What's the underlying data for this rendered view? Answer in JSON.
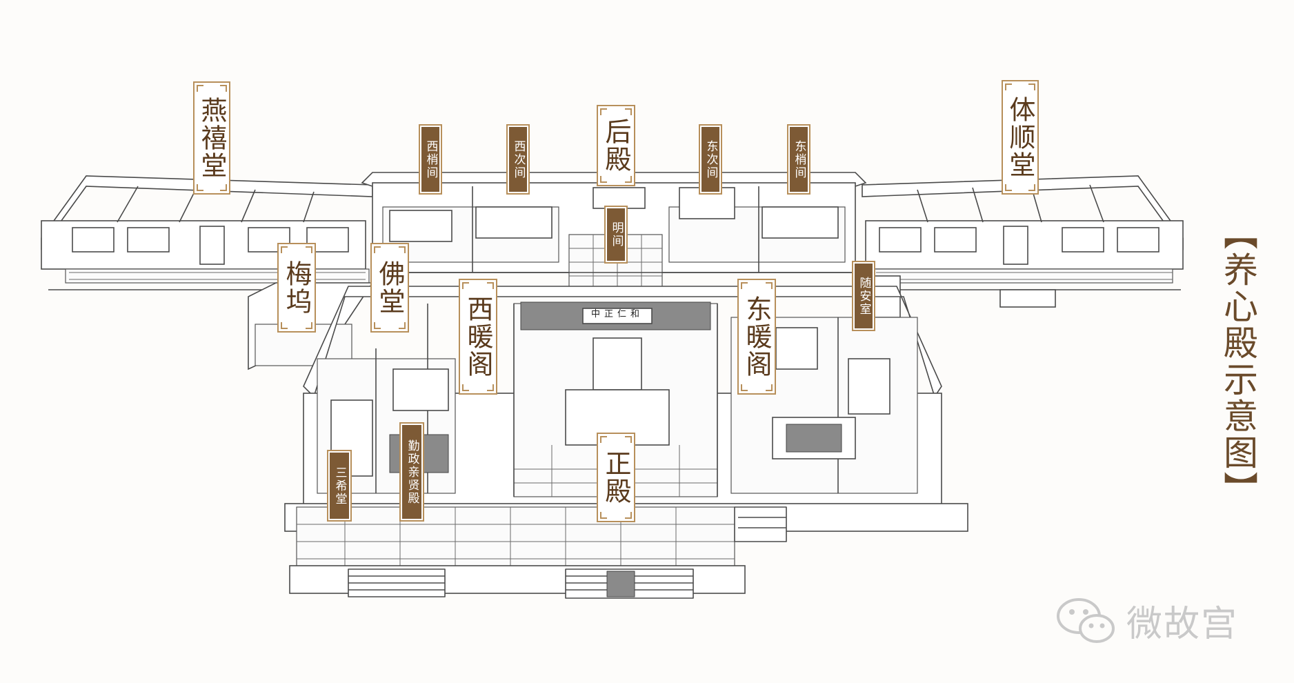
{
  "title": "【养心殿示意图】",
  "watermark": {
    "text": "微故宫",
    "icon": "wechat-icon"
  },
  "labels": {
    "yanxitang": "燕禧堂",
    "tishuntang": "体顺堂",
    "xishaojian": "西梢间",
    "xicijian": "西次间",
    "houdian": "后殿",
    "dongcijian": "东次间",
    "dongshaojian": "东梢间",
    "mingjian": "明间",
    "meiwu": "梅坞",
    "fotang": "佛堂",
    "xinuange": "西暖阁",
    "dongnuange": "东暖阁",
    "suianshi": "随安室",
    "sanxitang": "三希堂",
    "qinzheng": "勤政亲贤殿",
    "zhengdian": "正殿"
  },
  "hall_plaque": "中正仁和"
}
